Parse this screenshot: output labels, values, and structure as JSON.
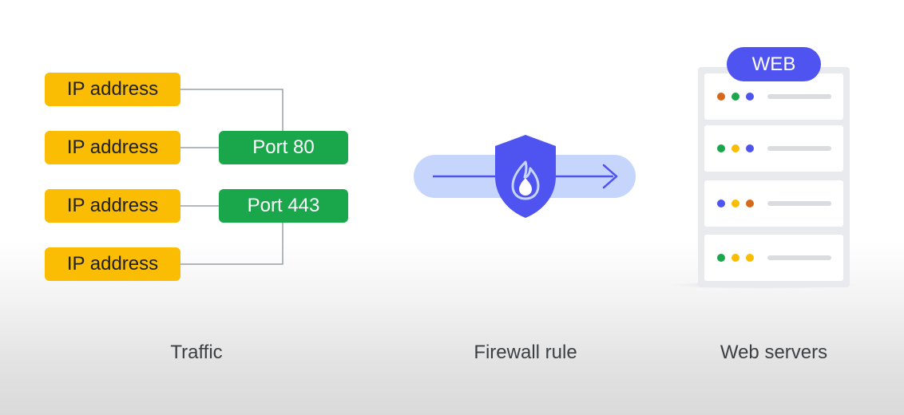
{
  "traffic": {
    "ip_labels": [
      "IP address",
      "IP address",
      "IP address",
      "IP address"
    ],
    "port_labels": [
      "Port 80",
      "Port 443"
    ],
    "caption": "Traffic"
  },
  "firewall": {
    "caption": "Firewall rule",
    "shield_icon": "flame-shield-icon"
  },
  "servers": {
    "badge": "WEB",
    "caption": "Web servers",
    "units": [
      {
        "dots": [
          "#d4691c",
          "#1aa64a",
          "#4f53f0"
        ]
      },
      {
        "dots": [
          "#1aa64a",
          "#fbbc04",
          "#4f53f0"
        ]
      },
      {
        "dots": [
          "#4f53f0",
          "#fbbc04",
          "#d4691c"
        ]
      },
      {
        "dots": [
          "#1aa64a",
          "#fbbc04",
          "#fbbc04"
        ]
      }
    ]
  },
  "colors": {
    "ip": "#fbbc04",
    "port": "#1aa64a",
    "accent": "#4f53f0",
    "band": "#c6d5fb"
  }
}
